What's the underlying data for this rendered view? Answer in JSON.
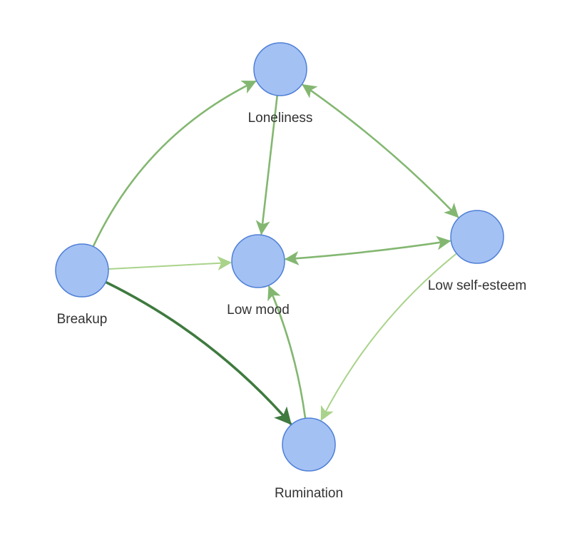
{
  "diagram": {
    "nodes": [
      {
        "id": "loneliness",
        "label": "Loneliness"
      },
      {
        "id": "breakup",
        "label": "Breakup"
      },
      {
        "id": "low-mood",
        "label": "Low mood"
      },
      {
        "id": "low-self-esteem",
        "label": "Low self-esteem"
      },
      {
        "id": "rumination",
        "label": "Rumination"
      }
    ],
    "edges": [
      {
        "from": "breakup",
        "to": "loneliness",
        "direction": "forward",
        "strength": "medium"
      },
      {
        "from": "breakup",
        "to": "low-mood",
        "direction": "forward",
        "strength": "weak"
      },
      {
        "from": "breakup",
        "to": "rumination",
        "direction": "forward",
        "strength": "strong"
      },
      {
        "from": "loneliness",
        "to": "low-mood",
        "direction": "forward",
        "strength": "medium"
      },
      {
        "from": "loneliness",
        "to": "low-self-esteem",
        "direction": "both",
        "strength": "medium"
      },
      {
        "from": "low-self-esteem",
        "to": "low-mood",
        "direction": "both",
        "strength": "medium"
      },
      {
        "from": "low-self-esteem",
        "to": "rumination",
        "direction": "forward",
        "strength": "weak"
      },
      {
        "from": "rumination",
        "to": "low-mood",
        "direction": "forward",
        "strength": "medium"
      }
    ],
    "colors": {
      "node_fill": "#a4c1f4",
      "node_stroke": "#4e7fd6",
      "edge_strong": "#3f7a3f",
      "edge_medium": "#83b771",
      "edge_weak": "#a9d38a"
    }
  }
}
